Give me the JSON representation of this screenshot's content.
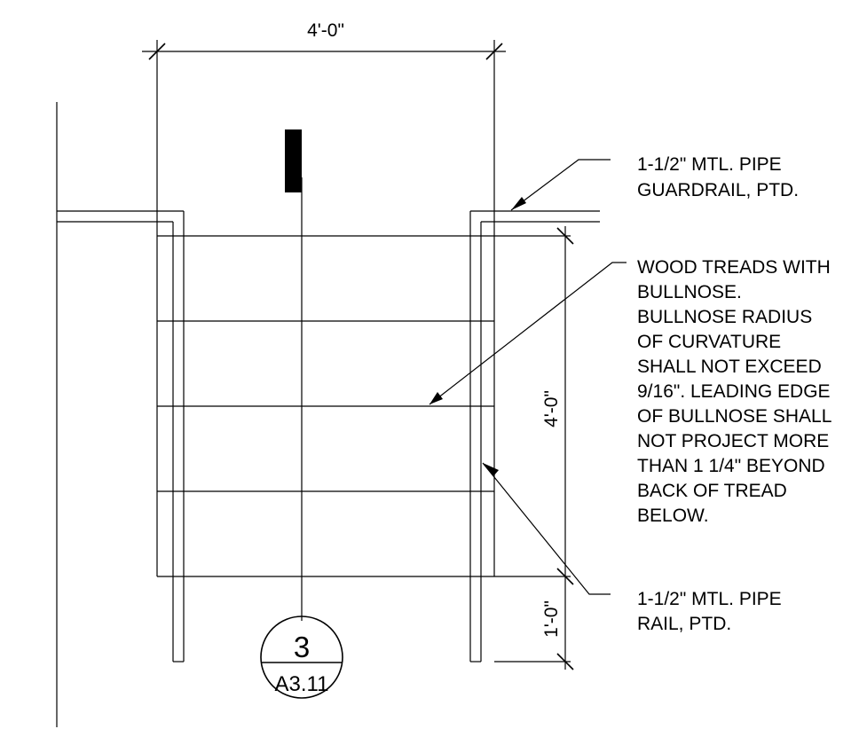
{
  "dimensions": {
    "top_width": "4'-0\"",
    "stair_run": "4'-0\"",
    "landing": "1'-0\""
  },
  "notes": {
    "guardrail": [
      "1-1/2\" MTL. PIPE",
      "GUARDRAIL, PTD."
    ],
    "treads": [
      "WOOD TREADS WITH",
      "BULLNOSE.",
      "BULLNOSE RADIUS",
      "OF CURVATURE",
      "SHALL NOT EXCEED",
      "9/16\". LEADING EDGE",
      "OF BULLNOSE SHALL",
      "NOT PROJECT MORE",
      "THAN 1 1/4\" BEYOND",
      "BACK OF TREAD",
      "BELOW."
    ],
    "rail": [
      "1-1/2\" MTL. PIPE",
      "RAIL, PTD."
    ]
  },
  "section_marker": {
    "number": "3",
    "sheet": "A3.11"
  }
}
